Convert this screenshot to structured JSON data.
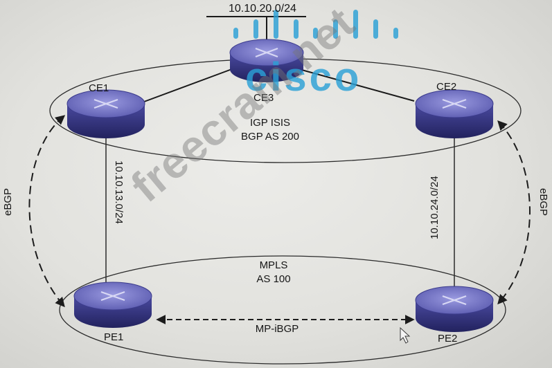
{
  "networks": {
    "ce3_lan": "10.10.20.0/24",
    "ce1_pe1_link": "10.10.13.0/24",
    "ce2_pe2_link": "10.10.24.0/24"
  },
  "customer_domain": {
    "line1": "IGP ISIS",
    "line2": "BGP AS 200"
  },
  "provider_domain": {
    "line1": "MPLS",
    "line2": "AS 100"
  },
  "routers": {
    "ce1": "CE1",
    "ce2": "CE2",
    "ce3": "CE3",
    "pe1": "PE1",
    "pe2": "PE2"
  },
  "sessions": {
    "left": "eBGP",
    "right": "eBGP",
    "core": "MP-iBGP"
  },
  "watermark": {
    "text": "freecram.net",
    "logo": "cisco"
  },
  "colors": {
    "router_top": "#8585d0",
    "router_body": "#3a3a8a",
    "logo": "#2ba0d6"
  }
}
